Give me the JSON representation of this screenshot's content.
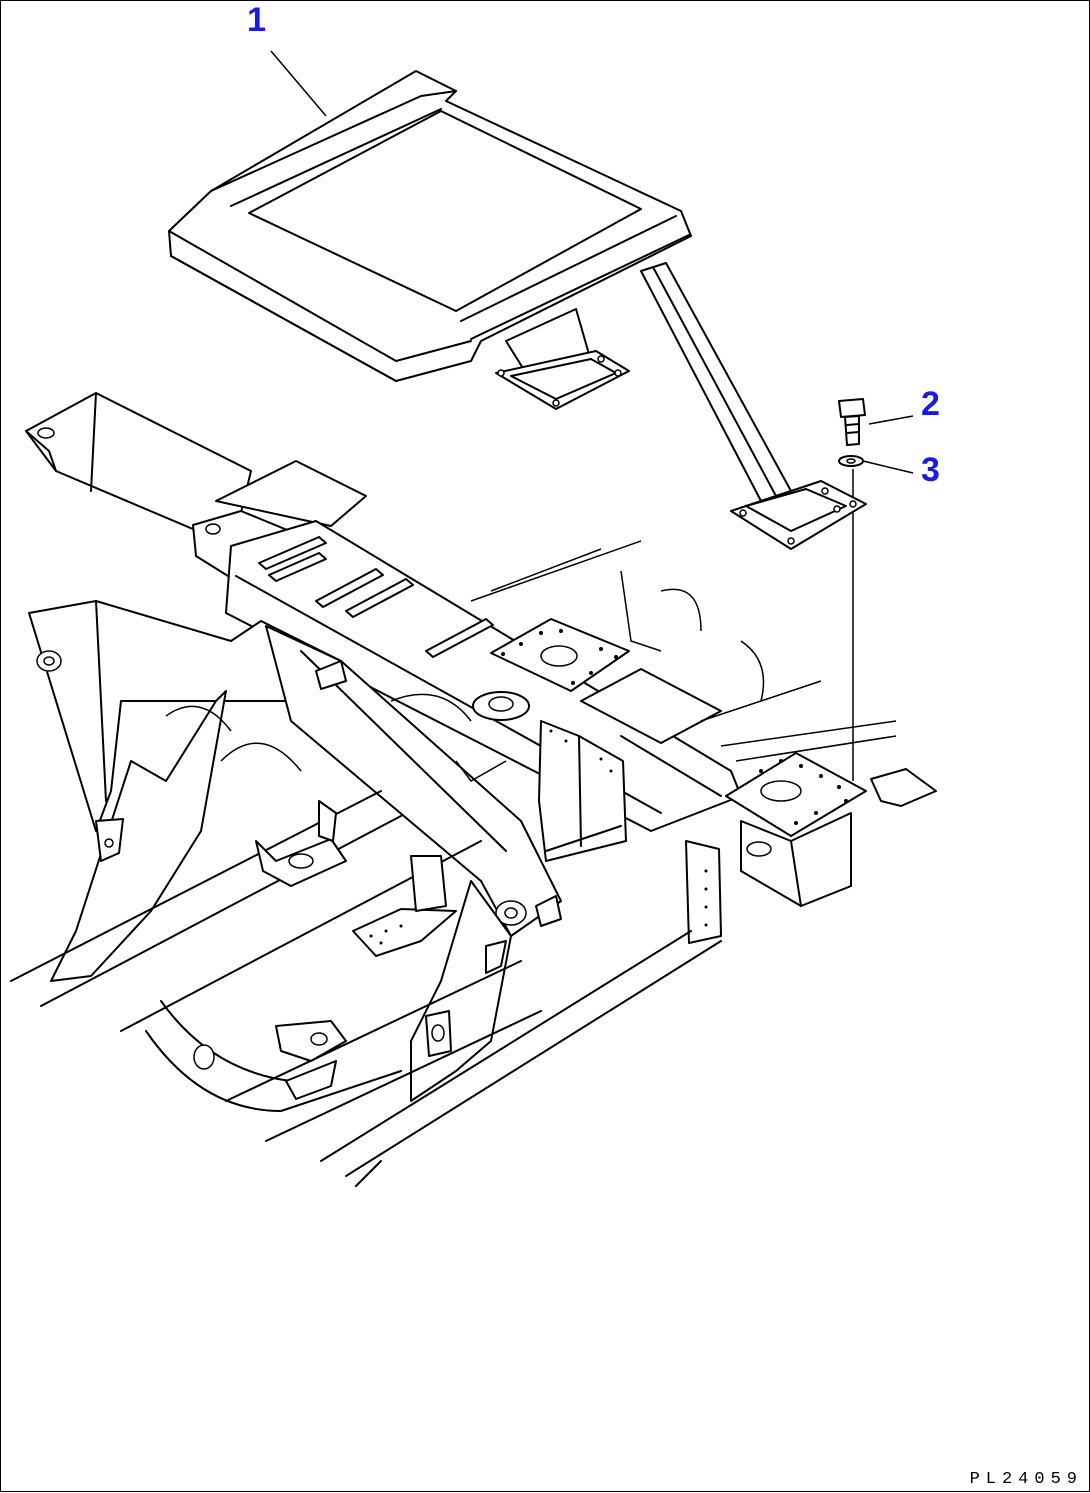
{
  "diagram": {
    "callouts": [
      {
        "id": "1",
        "label": "1"
      },
      {
        "id": "2",
        "label": "2"
      },
      {
        "id": "3",
        "label": "3"
      }
    ],
    "drawing_number": "PL24059",
    "colors": {
      "callout": "#1a1ae6",
      "line": "#000000",
      "background": "#ffffff"
    }
  }
}
